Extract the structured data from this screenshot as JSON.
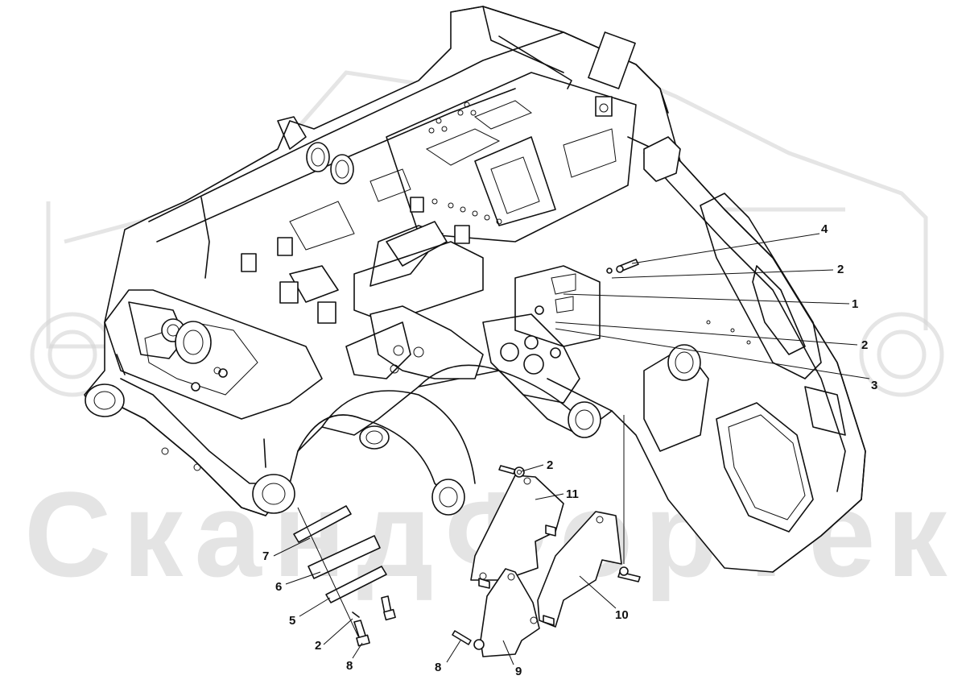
{
  "watermark": {
    "text": "СкандФорТек",
    "color": "#cfcfcf"
  },
  "callouts": [
    {
      "id": "c4",
      "label": "4"
    },
    {
      "id": "c2a",
      "label": "2"
    },
    {
      "id": "c1",
      "label": "1"
    },
    {
      "id": "c2b",
      "label": "2"
    },
    {
      "id": "c3",
      "label": "3"
    },
    {
      "id": "c2c",
      "label": "2"
    },
    {
      "id": "c11",
      "label": "11"
    },
    {
      "id": "c10",
      "label": "10"
    },
    {
      "id": "c9",
      "label": "9"
    },
    {
      "id": "c8a",
      "label": "8"
    },
    {
      "id": "c7",
      "label": "7"
    },
    {
      "id": "c6",
      "label": "6"
    },
    {
      "id": "c5",
      "label": "5"
    },
    {
      "id": "c2d",
      "label": "2"
    },
    {
      "id": "c8b",
      "label": "8"
    }
  ]
}
